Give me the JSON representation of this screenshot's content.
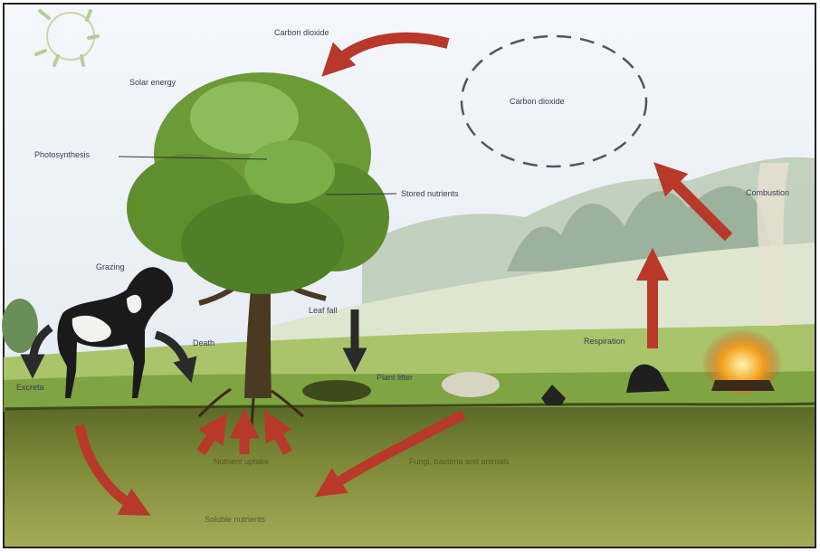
{
  "labels": {
    "carbon_dioxide_top": "Carbon dioxide",
    "carbon_dioxide_cloud": "Carbon dioxide",
    "solar_energy": "Solar energy",
    "photosynthesis": "Photosynthesis",
    "stored_nutrients": "Stored nutrients",
    "combustion": "Combustion",
    "grazing": "Grazing",
    "leaf_fall": "Leaf fall",
    "death": "Death",
    "plant_litter": "Plant litter",
    "respiration": "Respiration",
    "excreta": "Excreta",
    "nutrient_uptake": "Nutrient uptake",
    "fungi_bacteria": "Fungi, bacteria and animals",
    "soluble_nutrients": "Soluble nutrients"
  },
  "colors": {
    "sky": "#e8eef4",
    "grass": "#8fae4a",
    "soil": "#6d7a2e",
    "tree": "#5d8e2e",
    "arrow_red": "#b8382a",
    "arrow_dark": "#2a2a2a",
    "label": "#3a3a55"
  }
}
